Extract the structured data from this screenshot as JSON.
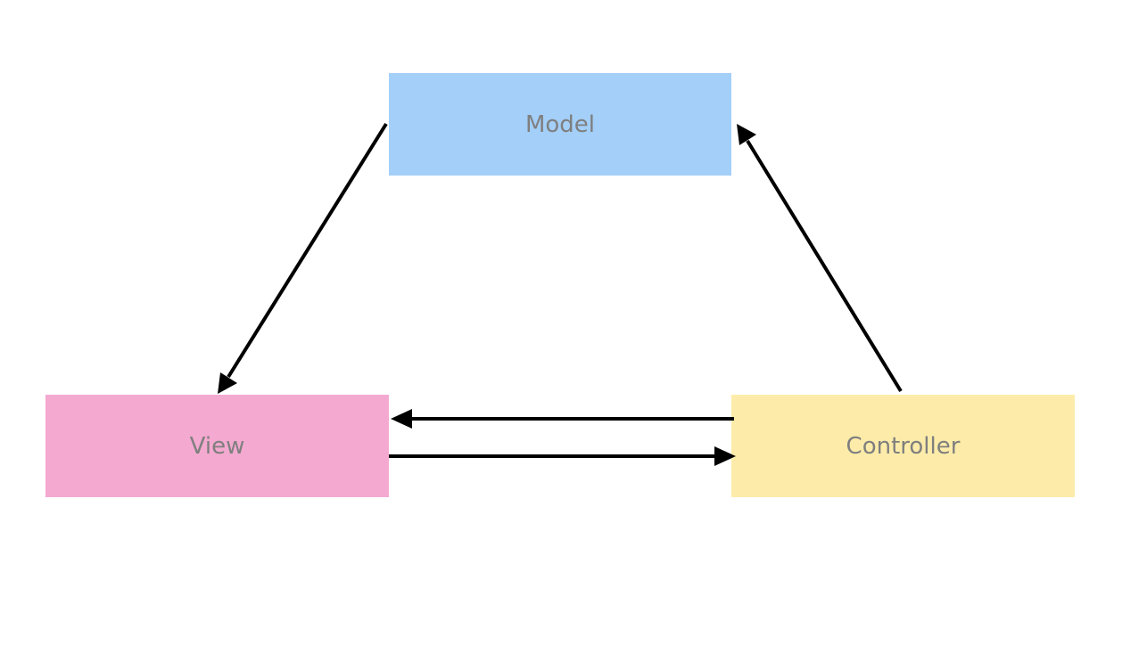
{
  "diagram": {
    "nodes": {
      "model": {
        "label": "Model",
        "color": "#a3cff9"
      },
      "view": {
        "label": "View",
        "color": "#f4a9d0"
      },
      "controller": {
        "label": "Controller",
        "color": "#fdeca9"
      }
    },
    "edges": [
      {
        "from": "model",
        "to": "view"
      },
      {
        "from": "controller",
        "to": "model"
      },
      {
        "from": "controller",
        "to": "view"
      },
      {
        "from": "view",
        "to": "controller"
      }
    ],
    "arrow_color": "#000000",
    "label_color": "#7f7f7f"
  }
}
